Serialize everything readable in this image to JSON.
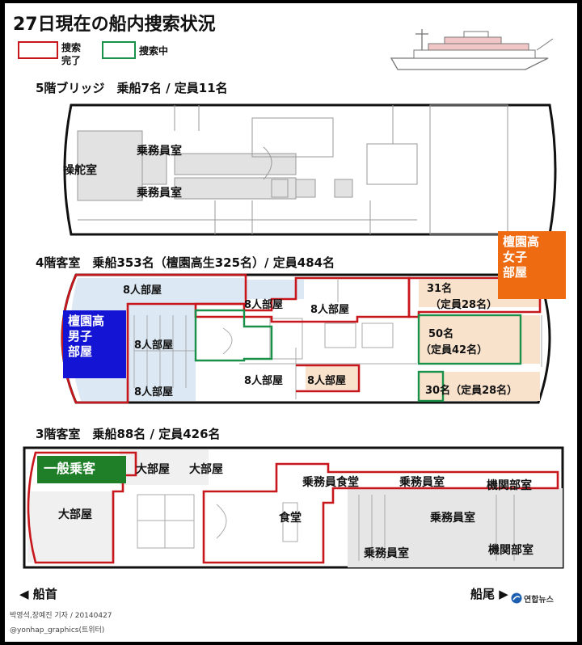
{
  "title": "27日現在の船内捜索状況",
  "legend": {
    "done_label_1": "捜索",
    "done_label_2": "完了",
    "in_progress_label": "捜索中",
    "done_color": "#c8161d",
    "in_progress_color": "#1a9148"
  },
  "deck5": {
    "heading": "5階ブリッジ　乗船7名 / 定員11名",
    "rooms": {
      "wheelhouse": "操舵室",
      "crew_room_1": "乗務員室",
      "crew_room_2": "乗務員室"
    }
  },
  "deck4": {
    "heading": "4階客室　乗船353名（檀園高生325名）/ 定員484名",
    "boys_tag": [
      "檀園高",
      "男子",
      "部屋"
    ],
    "girls_tag": [
      "檀園高",
      "女子",
      "部屋"
    ],
    "rooms": {
      "r8_a": "8人部屋",
      "r8_b": "8人部屋",
      "r8_c": "8人部屋",
      "r8_d": "8人部屋",
      "r8_e": "8人部屋",
      "r8_f": "8人部屋",
      "r8_g": "8人部屋",
      "room31_a": "31名",
      "room31_b": "（定員28名）",
      "room50_a": "50名",
      "room50_b": "（定員42名）",
      "room30": "30名（定員28名）"
    }
  },
  "deck3": {
    "heading": "3階客室　乗船88名 / 定員426名",
    "general_tag": "一般乗客",
    "rooms": {
      "large_1": "大部屋",
      "large_2": "大部屋",
      "large_3": "大部屋",
      "dining": "食堂",
      "crew_dining": "乗務員食堂",
      "crew_room_a": "乗務員室",
      "crew_room_b": "乗務員室",
      "crew_room_c": "乗務員室",
      "engine_a": "機関部室",
      "engine_b": "機関部室"
    }
  },
  "bow_label": "◀ 船首",
  "stern_label": "船尾 ▶",
  "credit_1": "박영석,장예진 기자 / 20140427",
  "credit_2": "@yonhap_graphics(트위터)",
  "logo_text": "연합뉴스",
  "colors": {
    "boys_tag": "#1414d4",
    "girls_tag": "#ef6b11",
    "general_tag": "#1e7f28",
    "student_area": "#dce9f4",
    "peach_area": "#f9e2cc",
    "cabin_gray": "#e2e2e2"
  }
}
